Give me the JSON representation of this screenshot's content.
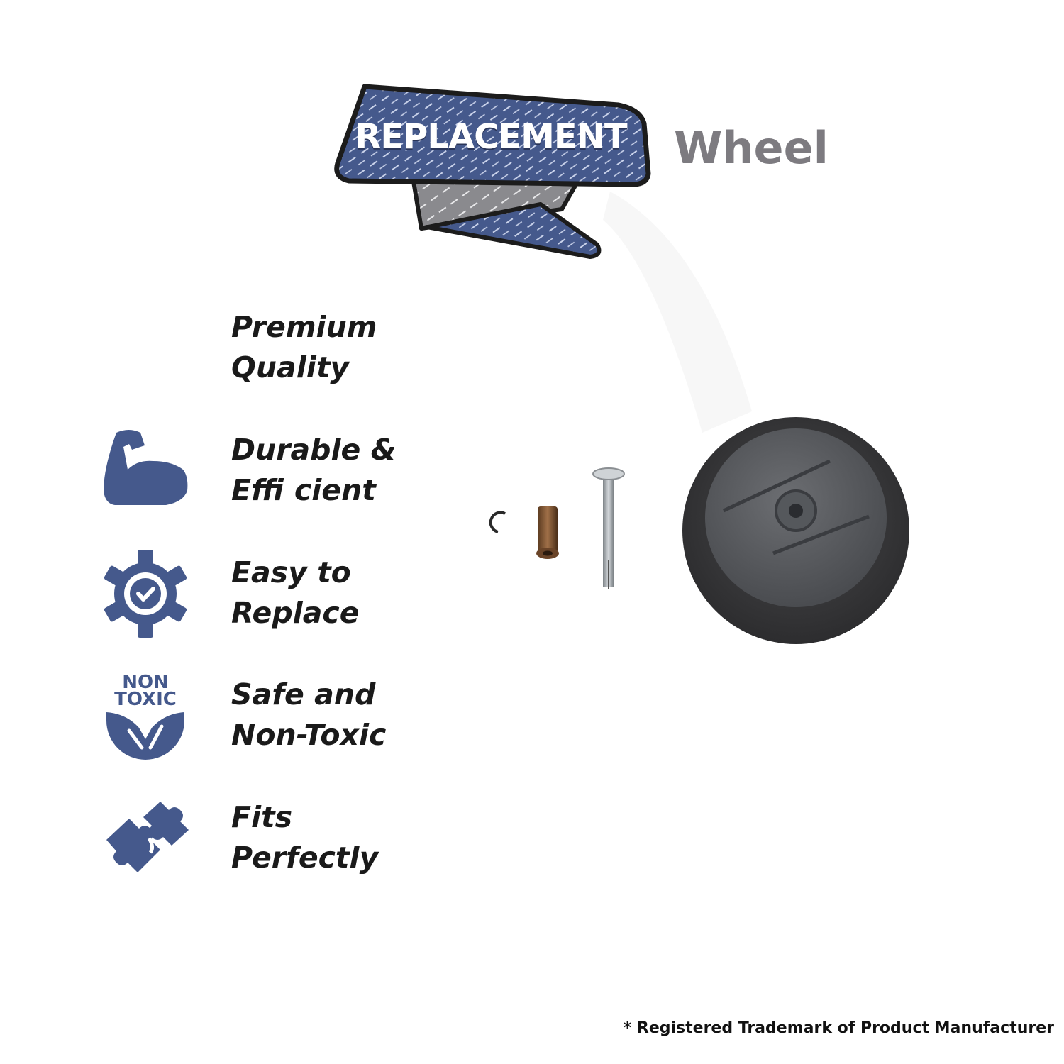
{
  "header": {
    "banner_label": "REPLACEMENT",
    "subtitle": "Wheel"
  },
  "features": [
    {
      "line1": "Premium",
      "line2": "Quality",
      "icon": "none"
    },
    {
      "line1": "Durable &",
      "line2": "Effi cient",
      "icon": "flexed-arm-icon"
    },
    {
      "line1": "Easy to",
      "line2": "Replace",
      "icon": "gear-check-icon"
    },
    {
      "line1": "Safe and",
      "line2": "Non-Toxic",
      "icon": "non-toxic-leaf-icon"
    },
    {
      "line1": "Fits",
      "line2": "Perfectly",
      "icon": "puzzle-pieces-icon"
    }
  ],
  "icons": {
    "non_toxic_badge_top": "NON",
    "non_toxic_badge_bottom": "TOXIC"
  },
  "footer": {
    "trademark_note": "* Registered Trademark of Product Manufacturer"
  },
  "colors": {
    "brand_blue": "#45598c",
    "subtitle_gray": "#7d7b80",
    "text_dark": "#1a1a1a"
  }
}
